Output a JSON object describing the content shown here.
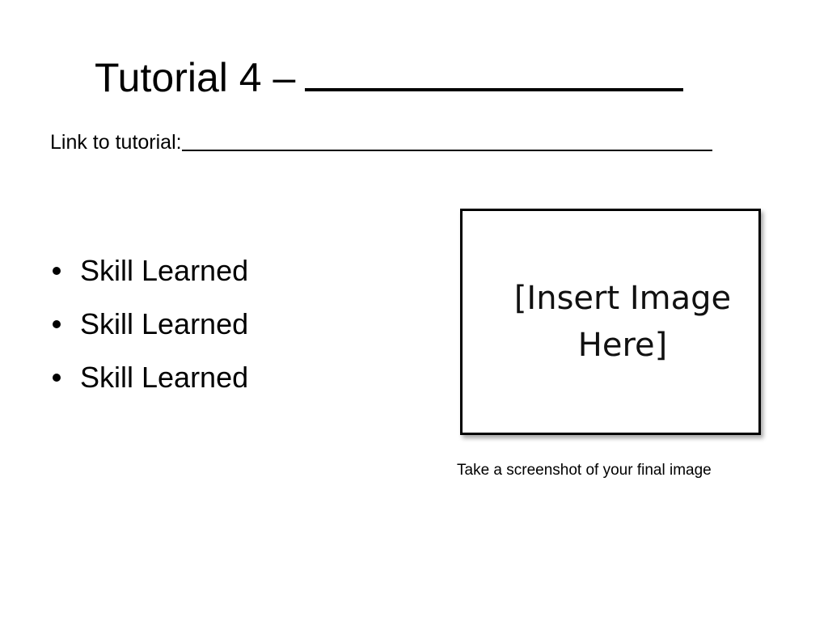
{
  "slide": {
    "title": "Tutorial 4 –",
    "link_label": "Link to tutorial:",
    "skills": [
      "Skill Learned",
      "Skill Learned",
      "Skill Learned"
    ],
    "image_placeholder": "[Insert Image Here]",
    "caption": "Take a screenshot of your final image"
  }
}
